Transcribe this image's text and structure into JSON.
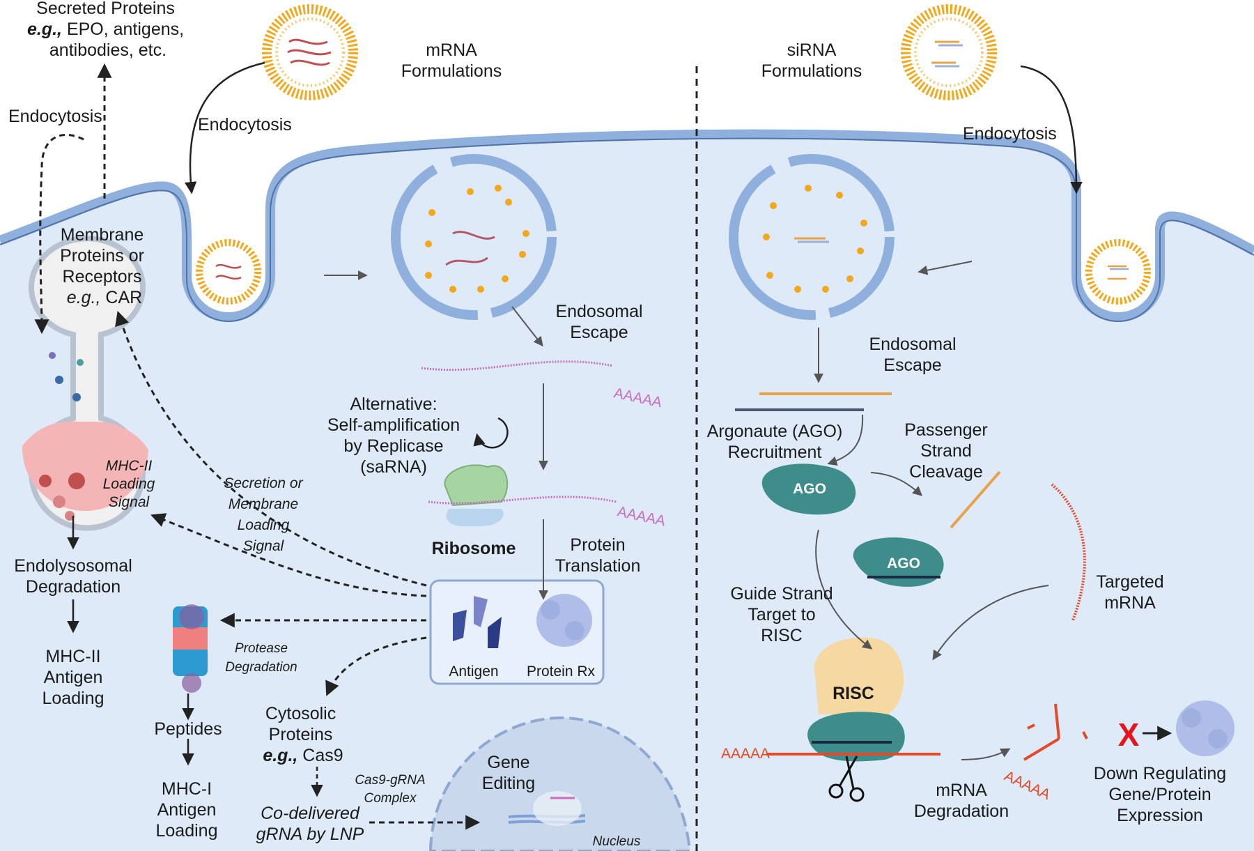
{
  "mrna_panel": {
    "formulations": "mRNA\nFormulations",
    "endocytosis": "Endocytosis",
    "secreted": {
      "line1": "Secreted Proteins",
      "eg": "e.g.,",
      "line2_rest": " EPO, antigens,",
      "line3": "antibodies, etc."
    },
    "endocytosis_left": "Endocytosis",
    "membrane_proteins": {
      "line1": "Membrane",
      "line2": "Proteins or",
      "line3": "Receptors",
      "eg": "e.g.,",
      "car": " CAR"
    },
    "endosomal_escape": "Endosomal\nEscape",
    "alternative": "Alternative:\nSelf-amplification\nby Replicase\n(saRNA)",
    "polya": "AAAAA",
    "ribosome": "Ribosome",
    "protein_translation": "Protein\nTranslation",
    "antigen": "Antigen",
    "protein_rx": "Protein Rx",
    "mhc2_loading_signal": "MHC-II\nLoading\nSignal",
    "endolysosomal_degradation": "Endolysosomal\nDegradation",
    "mhc2_antigen_loading": "MHC-II\nAntigen\nLoading",
    "secretion_signal": "Secretion or\nMembrane\nLoading\nSignal",
    "protease_degradation": "Protease\nDegradation",
    "peptides": "Peptides",
    "mhc1_antigen_loading": "MHC-I\nAntigen\nLoading",
    "cytosolic": {
      "line1": "Cytosolic",
      "line2": "Proteins",
      "eg": "e.g.,",
      "cas9": " Cas9"
    },
    "co_delivered": "Co-delivered\ngRNA by LNP",
    "cas9_complex": "Cas9-gRNA\nComplex",
    "gene_editing": "Gene\nEditing",
    "nucleus": "Nucleus"
  },
  "sirna_panel": {
    "formulations": "siRNA\nFormulations",
    "endocytosis": "Endocytosis",
    "endosomal_escape": "Endosomal\nEscape",
    "ago_recruitment": "Argonaute (AGO)\nRecruitment",
    "ago": "AGO",
    "passenger_cleavage": "Passenger\nStrand\nCleavage",
    "targeted_mrna": "Targeted\nmRNA",
    "guide_strand": "Guide Strand\nTarget to\nRISC",
    "risc": "RISC",
    "polya": "AAAAA",
    "mrna_degradation": "mRNA\nDegradation",
    "x_mark": "X",
    "down_regulating": "Down Regulating\nGene/Protein\nExpression"
  },
  "colors": {
    "cell_fill": "#deeaf8",
    "membrane": "#8fb0dd",
    "lnp_lipid": "#f2a81d",
    "mrna": "#c86fbb",
    "sirna": "#e8a24a",
    "ago": "#3e8d8a",
    "risc": "#f6d9a2",
    "target_mrna": "#e24a2a",
    "lysosome": "#e98b8b",
    "nucleus": "#c9d8ec",
    "x_red": "#e3161b"
  }
}
